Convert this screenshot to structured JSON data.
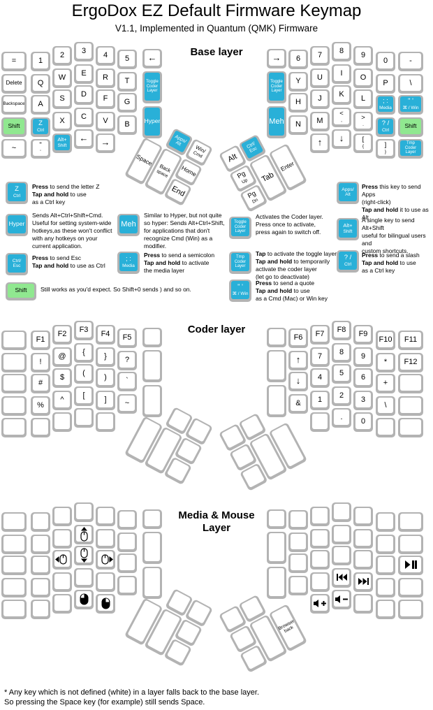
{
  "title": "ErgoDox EZ Default Firmware Keymap",
  "subtitle": "V1.1, Implemented in Quantum (QMK) Firmware",
  "colors": {
    "key_blue": "#29b0d8",
    "key_green": "#90e890",
    "key_rim": "#b3b3b3"
  },
  "footnote": {
    "line1": "* Any key which is not defined (white) in a layer falls back to the base layer.",
    "line2": "So pressing the Space key (for example) still sends Space."
  },
  "layers": [
    {
      "name": "Base layer",
      "left": {
        "rows": [
          [
            {
              "t": [
                "="
              ]
            },
            {
              "t": [
                "1"
              ]
            },
            {
              "t": [
                "2"
              ]
            },
            {
              "t": [
                "3"
              ]
            },
            {
              "t": [
                "4"
              ]
            },
            {
              "t": [
                "5"
              ]
            },
            {
              "t": [
                "←"
              ]
            }
          ],
          [
            {
              "t": [
                "Delete"
              ]
            },
            {
              "t": [
                "Q"
              ]
            },
            {
              "t": [
                "W"
              ]
            },
            {
              "t": [
                "E"
              ]
            },
            {
              "t": [
                "R"
              ]
            },
            {
              "t": [
                "T"
              ]
            }
          ],
          [
            {
              "t": [
                "Backspace"
              ]
            },
            {
              "t": [
                "A"
              ]
            },
            {
              "t": [
                "S"
              ]
            },
            {
              "t": [
                "D"
              ]
            },
            {
              "t": [
                "F"
              ]
            },
            {
              "t": [
                "G"
              ]
            }
          ],
          [
            {
              "t": [
                "Shift"
              ],
              "c": "g"
            },
            {
              "t": [
                "Z",
                "Ctrl"
              ],
              "c": "b"
            },
            {
              "t": [
                "X"
              ]
            },
            {
              "t": [
                "C"
              ]
            },
            {
              "t": [
                "V"
              ]
            },
            {
              "t": [
                "B"
              ]
            }
          ],
          [
            {
              "t": [
                "~"
              ]
            },
            {
              "t": [
                "\"",
                "'"
              ]
            },
            {
              "t": [
                "Alt+",
                "Shift"
              ],
              "c": "b"
            },
            {
              "t": [
                "←"
              ]
            },
            {
              "t": [
                "→"
              ]
            }
          ]
        ],
        "inner": [
          {
            "t": [
              "Toggle",
              "Coder",
              "Layer"
            ],
            "c": "b"
          },
          {
            "t": [
              "Hyper"
            ],
            "c": "b"
          }
        ],
        "thumb": [
          {
            "t": [
              "Apps/",
              "Alt"
            ],
            "c": "b"
          },
          {
            "t": [
              "Win/",
              "Cmd"
            ]
          },
          {
            "t": [
              "Space"
            ]
          },
          {
            "t": [
              "Back",
              "space"
            ]
          },
          {
            "t": [
              "Home"
            ]
          },
          {
            "t": [
              "End"
            ]
          }
        ]
      },
      "right": {
        "rows": [
          [
            {
              "t": [
                "→"
              ]
            },
            {
              "t": [
                "6"
              ]
            },
            {
              "t": [
                "7"
              ]
            },
            {
              "t": [
                "8"
              ]
            },
            {
              "t": [
                "9"
              ]
            },
            {
              "t": [
                "0"
              ]
            },
            {
              "t": [
                "-"
              ]
            }
          ],
          [
            {
              "t": [
                "Y"
              ]
            },
            {
              "t": [
                "U"
              ]
            },
            {
              "t": [
                "I"
              ]
            },
            {
              "t": [
                "O"
              ]
            },
            {
              "t": [
                "P"
              ]
            },
            {
              "t": [
                "\\"
              ]
            }
          ],
          [
            {
              "t": [
                "H"
              ]
            },
            {
              "t": [
                "J"
              ]
            },
            {
              "t": [
                "K"
              ]
            },
            {
              "t": [
                "L"
              ]
            },
            {
              "t": [
                "; :",
                "Media"
              ],
              "c": "b"
            },
            {
              "t": [
                "\" '",
                "⌘ / Win"
              ],
              "c": "b"
            }
          ],
          [
            {
              "t": [
                "N"
              ]
            },
            {
              "t": [
                "M"
              ]
            },
            {
              "t": [
                "<",
                ","
              ]
            },
            {
              "t": [
                ">",
                "."
              ]
            },
            {
              "t": [
                "? /",
                "Ctrl"
              ],
              "c": "b"
            },
            {
              "t": [
                "Shift"
              ],
              "c": "g"
            }
          ],
          [
            {
              "t": [
                "↑"
              ]
            },
            {
              "t": [
                "↓"
              ]
            },
            {
              "t": [
                "[",
                "{"
              ]
            },
            {
              "t": [
                "]",
                "}"
              ]
            },
            {
              "t": [
                "Tmp",
                "Coder",
                "Layer"
              ],
              "c": "b"
            }
          ]
        ],
        "inner": [
          {
            "t": [
              "Toggle",
              "Coder",
              "Layer"
            ],
            "c": "b"
          },
          {
            "t": [
              "Meh"
            ],
            "c": "b"
          }
        ],
        "thumb": [
          {
            "t": [
              "Alt"
            ]
          },
          {
            "t": [
              "Ctrl/",
              "Esc"
            ],
            "c": "b"
          },
          {
            "t": [
              "Pg",
              "Up"
            ]
          },
          {
            "t": [
              "Pg",
              "Dn"
            ]
          },
          {
            "t": [
              "Tab"
            ]
          },
          {
            "t": [
              "Enter"
            ]
          }
        ]
      }
    },
    {
      "name": "Coder layer",
      "left": {
        "rows": [
          [
            {},
            {
              "t": [
                "F1"
              ]
            },
            {
              "t": [
                "F2"
              ]
            },
            {
              "t": [
                "F3"
              ]
            },
            {
              "t": [
                "F4"
              ]
            },
            {
              "t": [
                "F5"
              ]
            },
            {}
          ],
          [
            {},
            {
              "t": [
                "!"
              ]
            },
            {
              "t": [
                "@"
              ]
            },
            {
              "t": [
                "{"
              ]
            },
            {
              "t": [
                "}"
              ]
            },
            {
              "t": [
                "?"
              ]
            }
          ],
          [
            {},
            {
              "t": [
                "#"
              ]
            },
            {
              "t": [
                "$"
              ]
            },
            {
              "t": [
                "("
              ]
            },
            {
              "t": [
                ")"
              ]
            },
            {
              "t": [
                "`"
              ]
            }
          ],
          [
            {},
            {
              "t": [
                "%"
              ]
            },
            {
              "t": [
                "^"
              ]
            },
            {
              "t": [
                "["
              ]
            },
            {
              "t": [
                "]"
              ]
            },
            {
              "t": [
                "~"
              ]
            }
          ],
          [
            {},
            {},
            {},
            {},
            {}
          ]
        ],
        "inner": [
          {},
          {}
        ],
        "thumb": [
          {},
          {},
          {},
          {},
          {},
          {}
        ]
      },
      "right": {
        "rows": [
          [
            {},
            {
              "t": [
                "F6"
              ]
            },
            {
              "t": [
                "F7"
              ]
            },
            {
              "t": [
                "F8"
              ]
            },
            {
              "t": [
                "F9"
              ]
            },
            {
              "t": [
                "F10"
              ]
            },
            {
              "t": [
                "F11"
              ]
            }
          ],
          [
            {
              "t": [
                "↑"
              ]
            },
            {
              "t": [
                "7"
              ]
            },
            {
              "t": [
                "8"
              ]
            },
            {
              "t": [
                "9"
              ]
            },
            {
              "t": [
                "*"
              ]
            },
            {
              "t": [
                "F12"
              ]
            }
          ],
          [
            {
              "t": [
                "↓"
              ]
            },
            {
              "t": [
                "4"
              ]
            },
            {
              "t": [
                "5"
              ]
            },
            {
              "t": [
                "6"
              ]
            },
            {
              "t": [
                "+"
              ]
            },
            {}
          ],
          [
            {
              "t": [
                "&"
              ]
            },
            {
              "t": [
                "1"
              ]
            },
            {
              "t": [
                "2"
              ]
            },
            {
              "t": [
                "3"
              ]
            },
            {
              "t": [
                "\\"
              ]
            },
            {}
          ],
          [
            {},
            {
              "t": [
                "."
              ]
            },
            {
              "t": [
                "0"
              ]
            },
            {},
            {}
          ]
        ],
        "inner": [
          {},
          {}
        ],
        "thumb": [
          {},
          {},
          {},
          {},
          {},
          {}
        ]
      }
    },
    {
      "name": "Media & Mouse\nLayer",
      "left": {
        "rows": [
          [
            {},
            {},
            {},
            {},
            {},
            {},
            {}
          ],
          [
            {},
            {},
            {},
            {
              "i": "mouse-up"
            },
            {},
            {}
          ],
          [
            {},
            {},
            {
              "i": "mouse-left"
            },
            {
              "i": "mouse-down"
            },
            {
              "i": "mouse-right"
            },
            {}
          ],
          [
            {},
            {},
            {},
            {},
            {},
            {}
          ],
          [
            {},
            {},
            {},
            {
              "i": "mouse-btn-left"
            },
            {
              "i": "mouse-btn-right"
            }
          ]
        ],
        "inner": [
          {},
          {}
        ],
        "thumb": [
          {},
          {},
          {},
          {},
          {},
          {}
        ]
      },
      "right": {
        "rows": [
          [
            {},
            {},
            {},
            {},
            {},
            {},
            {}
          ],
          [
            {},
            {},
            {},
            {},
            {},
            {}
          ],
          [
            {},
            {},
            {},
            {},
            {},
            {
              "i": "play-pause"
            }
          ],
          [
            {},
            {},
            {
              "i": "prev-track"
            },
            {
              "i": "next-track"
            },
            {},
            {}
          ],
          [
            {
              "i": "vol-up"
            },
            {
              "i": "vol-down"
            },
            {},
            {},
            {}
          ]
        ],
        "inner": [
          {},
          {}
        ],
        "thumb": [
          {},
          {},
          {},
          {},
          {},
          {
            "t": [
              "Browser",
              "back"
            ]
          }
        ]
      }
    }
  ],
  "legend": [
    {
      "name": "z-ctrl",
      "key": {
        "t": [
          "Z",
          "Ctrl"
        ],
        "c": "b"
      },
      "segments": [
        [
          "b",
          "Press"
        ],
        [
          "n",
          " to send the letter Z\n"
        ],
        [
          "b",
          "Tap and hold"
        ],
        [
          "n",
          " to use\nas a Ctrl key"
        ]
      ]
    },
    {
      "name": "apps-alt",
      "key": {
        "t": [
          "Apps/",
          "Alt"
        ],
        "c": "b"
      },
      "segments": [
        [
          "b",
          "Press"
        ],
        [
          "n",
          " this key to send Apps\n(right-click)\n"
        ],
        [
          "b",
          "Tap and hold"
        ],
        [
          "n",
          " it to use as Alt"
        ]
      ]
    },
    {
      "name": "hyper",
      "key": {
        "t": [
          "Hyper"
        ],
        "c": "b"
      },
      "segments": [
        [
          "n",
          "Sends Alt+Ctrl+Shift+Cmd.\nUseful for setting system-wide\nhotkeys,as these won't conflict\nwith any hotkeys on your\ncurrent application."
        ]
      ]
    },
    {
      "name": "meh",
      "key": {
        "t": [
          "Meh"
        ],
        "c": "b"
      },
      "segments": [
        [
          "n",
          "Similar to Hyper, but not quite\nso hyper: Sends Alt+Ctrl+Shift,\nfor applications that don't\nrecognize Cmd (Win) as a\nmodifier."
        ]
      ]
    },
    {
      "name": "toggle-coder-layer",
      "key": {
        "t": [
          "Toggle",
          "Coder",
          "Layer"
        ],
        "c": "b"
      },
      "segments": [
        [
          "n",
          "Activates the Coder layer.\nPress once to activate,\npress again to switch off."
        ]
      ]
    },
    {
      "name": "alt-shift",
      "key": {
        "t": [
          "Alt+",
          "Shift"
        ],
        "c": "b"
      },
      "segments": [
        [
          "n",
          "A single key to send Alt+Shift\nuseful for bilingual users and\ncustom shortcuts."
        ]
      ]
    },
    {
      "name": "ctrl-esc",
      "key": {
        "t": [
          "Ctrl/",
          "Esc"
        ],
        "c": "b"
      },
      "segments": [
        [
          "b",
          "Press"
        ],
        [
          "n",
          " to send Esc\n"
        ],
        [
          "b",
          "Tap and hold"
        ],
        [
          "n",
          " to use as Ctrl"
        ]
      ]
    },
    {
      "name": "semicolon-media",
      "key": {
        "t": [
          "; :",
          "Media"
        ],
        "c": "b"
      },
      "segments": [
        [
          "b",
          "Press"
        ],
        [
          "n",
          " to send a semicolon\n"
        ],
        [
          "b",
          "Tap and hold"
        ],
        [
          "n",
          " to activate\nthe media layer"
        ]
      ]
    },
    {
      "name": "tmp-coder-layer",
      "key": {
        "t": [
          "Tmp",
          "Coder",
          "Layer"
        ],
        "c": "b"
      },
      "segments": [
        [
          "b",
          "Tap"
        ],
        [
          "n",
          " to activate the toggle layer.\n"
        ],
        [
          "b",
          "Tap and hold"
        ],
        [
          "n",
          " to temporarily\nactivate the coder layer\n(let go to deactivate)"
        ]
      ]
    },
    {
      "name": "slash-ctrl",
      "key": {
        "t": [
          "? /",
          "Ctrl"
        ],
        "c": "b"
      },
      "segments": [
        [
          "b",
          "Press"
        ],
        [
          "n",
          " to send a slash\n"
        ],
        [
          "b",
          "Tap and hold"
        ],
        [
          "n",
          " to use\nas a Ctrl key"
        ]
      ]
    },
    {
      "name": "shift",
      "key": {
        "t": [
          "Shift"
        ],
        "c": "g"
      },
      "segments": [
        [
          "n",
          "Still works as you'd expect. So Shift+0 sends ) and so on."
        ]
      ]
    },
    {
      "name": "quote-cmd-win",
      "key": {
        "t": [
          "\" '",
          "⌘ / Win"
        ],
        "c": "b"
      },
      "segments": [
        [
          "b",
          "Press"
        ],
        [
          "n",
          " to send a quote\n"
        ],
        [
          "b",
          "Tap and hold"
        ],
        [
          "n",
          " to use\nas a Cmd (Mac) or Win key"
        ]
      ]
    }
  ]
}
